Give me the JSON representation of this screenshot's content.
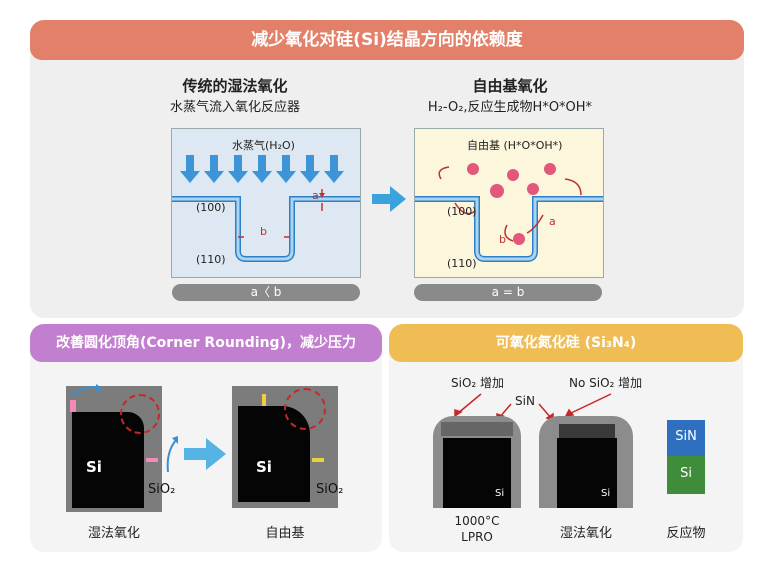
{
  "top": {
    "title": "减少氧化对硅(Si)结晶方向的依赖度",
    "left": {
      "heading": "传统的湿法氧化",
      "subheading": "水蒸气流入氧化反应器",
      "box_label": "水蒸气(H₂O)",
      "label_100": "(100)",
      "label_110": "(110)",
      "label_a": "a",
      "label_b": "b",
      "result": "a〈 b"
    },
    "right": {
      "heading": "自由基氧化",
      "subheading": "H₂-O₂,反应生成物H*O*OH*",
      "box_label": "自由基 (H*O*OH*)",
      "label_100": "(100)",
      "label_110": "(110)",
      "label_a": "a",
      "label_b": "b",
      "result": "a = b"
    }
  },
  "bottom_left": {
    "title": "改善圆化顶角(Corner Rounding)，减少压力",
    "img1": {
      "si": "Si",
      "sio2": "SiO₂",
      "caption": "湿法氧化"
    },
    "img2": {
      "si": "Si",
      "sio2": "SiO₂",
      "caption": "自由基"
    }
  },
  "bottom_right": {
    "title": "可氧化氮化硅 (Si₃N₄)",
    "label_sio2_increase": "SiO₂ 增加",
    "label_no_sio2": "No SiO₂ 增加",
    "label_sin": "SiN",
    "img1": {
      "si": "Si",
      "caption_line1": "1000°C",
      "caption_line2": "LPRO"
    },
    "img2": {
      "si": "Si",
      "caption": "湿法氧化"
    },
    "legend": {
      "sin": "SiN",
      "si": "Si",
      "caption": "反应物"
    }
  },
  "colors": {
    "top_banner": "#e3806a",
    "bl_banner": "#c27ecf",
    "br_banner": "#f0bd55",
    "water_arrow": "#3d94d6",
    "radical": "#e2577a",
    "legend_sin": "#2f6fbf",
    "legend_si": "#3f8d3a"
  }
}
